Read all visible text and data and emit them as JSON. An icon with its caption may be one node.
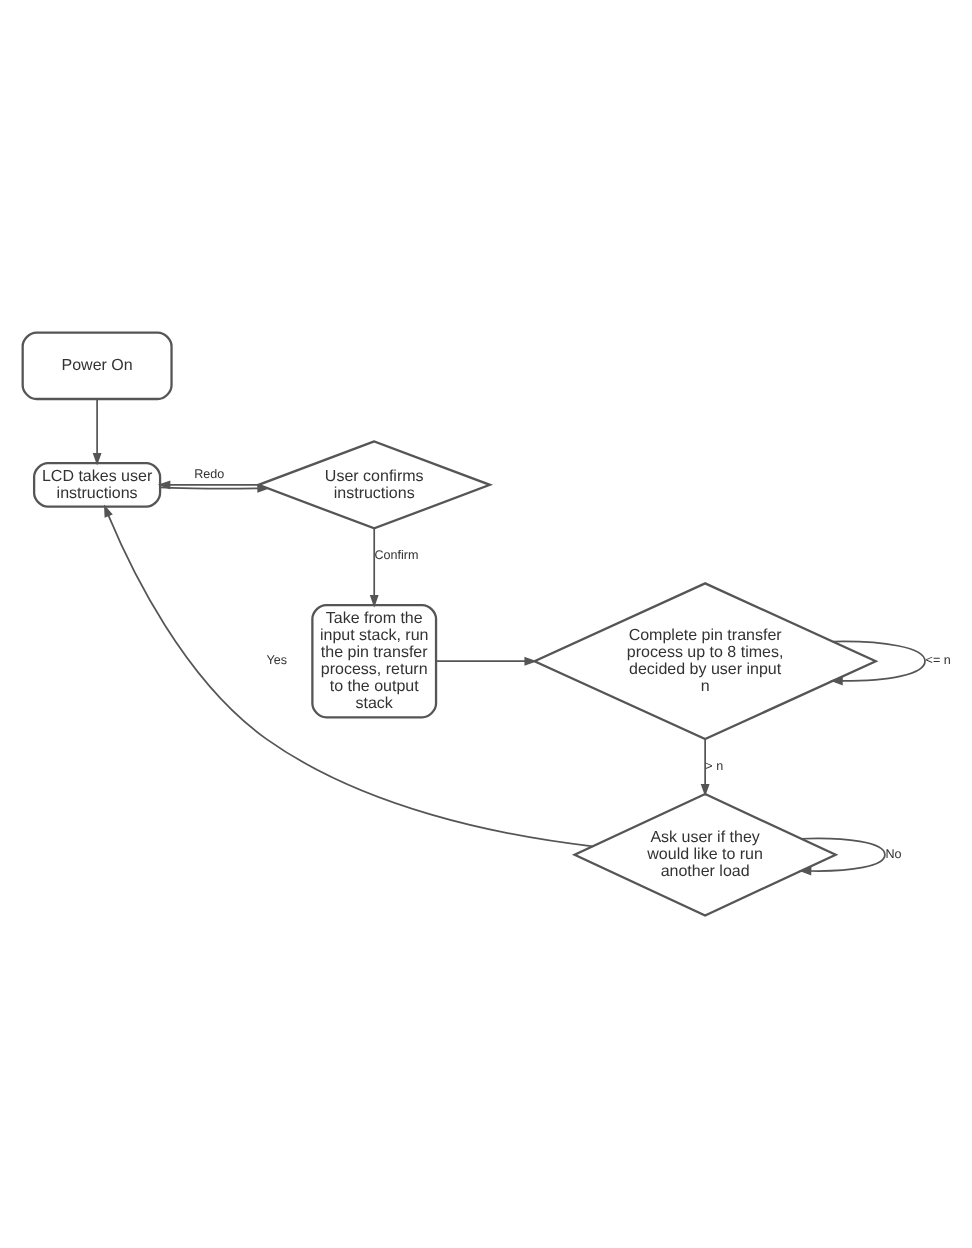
{
  "diagram": {
    "nodes": [
      {
        "text": [
          "Power On"
        ]
      },
      {
        "text": [
          "LCD takes user instructions"
        ]
      },
      {
        "text": [
          "User confirms instructions"
        ]
      },
      {
        "text": [
          "Take from the input stack, run the pin transfer process, return to the output stack"
        ]
      },
      {
        "text": [
          "Complete pin transfer process up to 8 times, decided by user input n"
        ]
      },
      {
        "text": [
          "Ask user if they would like to run another load"
        ]
      }
    ],
    "edges": [
      {
        "from": 0,
        "to": 1,
        "arrow": "to"
      },
      {
        "from": 1,
        "to": 2,
        "arrow": "to"
      },
      {
        "from": 2,
        "to": 1,
        "arrow": "to",
        "label": "Redo"
      },
      {
        "from": 2,
        "to": 3,
        "arrow": "to",
        "label": "Confirm"
      },
      {
        "from": 3,
        "to": 4,
        "arrow": "to"
      },
      {
        "from": 4,
        "to": 4,
        "arrow": "to",
        "label": "<= n"
      },
      {
        "from": 4,
        "to": 5,
        "arrow": "to",
        "label": "> n"
      },
      {
        "from": 5,
        "to": 5,
        "arrow": "to",
        "label": "No"
      },
      {
        "from": 5,
        "to": 1,
        "arrow": "to",
        "label": "Yes"
      }
    ]
  }
}
